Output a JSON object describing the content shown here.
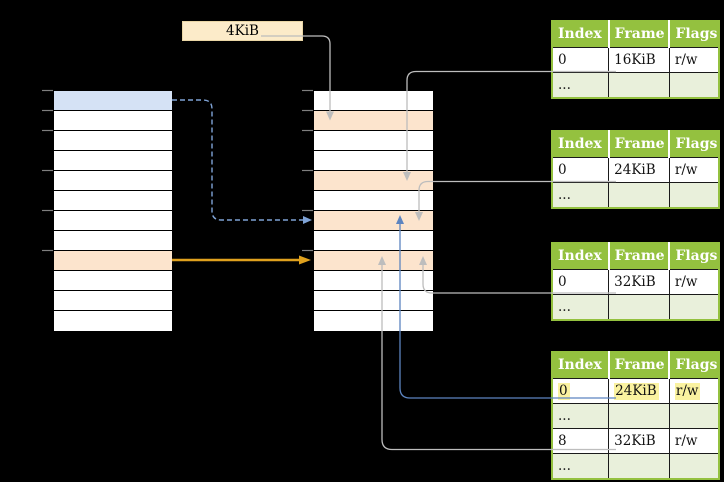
{
  "page_label": {
    "text": "4KiB"
  },
  "left_column": {
    "rows": [
      "blue",
      "white",
      "white",
      "white",
      "white",
      "white",
      "white",
      "white",
      "orange",
      "white",
      "white",
      "white"
    ]
  },
  "middle_column": {
    "rows": [
      "white",
      "orange",
      "white",
      "white",
      "orange",
      "white",
      "orange",
      "white",
      "orange",
      "white",
      "white",
      "white"
    ]
  },
  "page_tables": [
    {
      "headers": [
        "Index",
        "Frame",
        "Flags"
      ],
      "rows": [
        {
          "cells": [
            "0",
            "16KiB",
            "r/w"
          ],
          "style": "data",
          "highlight": false
        },
        {
          "cells": [
            "...",
            "",
            ""
          ],
          "style": "dots",
          "highlight": false
        }
      ]
    },
    {
      "headers": [
        "Index",
        "Frame",
        "Flags"
      ],
      "rows": [
        {
          "cells": [
            "0",
            "24KiB",
            "r/w"
          ],
          "style": "data",
          "highlight": false
        },
        {
          "cells": [
            "...",
            "",
            ""
          ],
          "style": "dots",
          "highlight": false
        }
      ]
    },
    {
      "headers": [
        "Index",
        "Frame",
        "Flags"
      ],
      "rows": [
        {
          "cells": [
            "0",
            "32KiB",
            "r/w"
          ],
          "style": "data",
          "highlight": false
        },
        {
          "cells": [
            "...",
            "",
            ""
          ],
          "style": "dots",
          "highlight": false
        }
      ]
    },
    {
      "headers": [
        "Index",
        "Frame",
        "Flags"
      ],
      "rows": [
        {
          "cells": [
            "0",
            "24KiB",
            "r/w"
          ],
          "style": "data",
          "highlight": true
        },
        {
          "cells": [
            "...",
            "",
            ""
          ],
          "style": "dots",
          "highlight": false
        },
        {
          "cells": [
            "8",
            "32KiB",
            "r/w"
          ],
          "style": "data",
          "highlight": false
        },
        {
          "cells": [
            "...",
            "",
            ""
          ],
          "style": "dots",
          "highlight": false
        }
      ]
    }
  ],
  "colors": {
    "bg": "#000000",
    "row-blue": "#D5E2F5",
    "row-orange": "#FCE4CD",
    "cream": "#FCEBC9",
    "cream-border": "#EAD6A6",
    "green": "#94C13F",
    "lightgreen": "#E9F0DB",
    "yellow": "#FAF2A0",
    "gray-line": "#BDBDBD",
    "blue-line": "#5C84C0",
    "dashed-blue": "#7FA3D6",
    "gold": "#DFA11E",
    "tick": "#7F7F7F"
  }
}
